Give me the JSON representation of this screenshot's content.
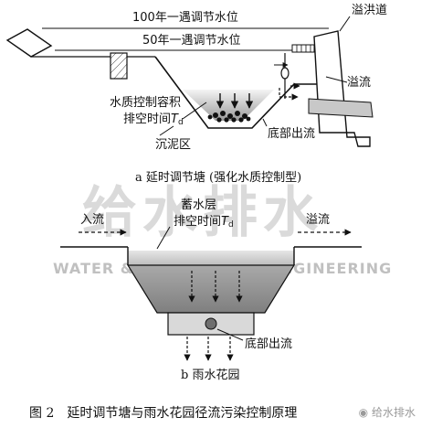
{
  "diagram_a": {
    "water_level_100y": "100年一遇调节水位",
    "water_level_50y": "50年一遇调节水位",
    "spillway": "溢洪道",
    "overflow": "溢流",
    "wq_volume_line1": "水质控制容积",
    "wq_volume_line2": "排空时间",
    "drain_time_symbol": "T",
    "drain_time_sub": "d",
    "sediment_zone": "沉泥区",
    "bottom_outflow": "底部出流",
    "subcaption": "a 延时调节塘 (强化水质控制型)"
  },
  "diagram_b": {
    "inflow": "入流",
    "storage_line1": "蓄水层",
    "storage_line2": "排空时间",
    "drain_time_symbol": "T",
    "drain_time_sub": "d",
    "overflow": "溢流",
    "bottom_outflow": "底部出流",
    "subcaption": "b 雨水花园"
  },
  "figure_caption": "图 2　延时调节塘与雨水花园径流污染控制原理",
  "watermark": {
    "cn": "给水排水",
    "en": "WATER & WASTEWATER ENGINEERING"
  },
  "wechat_mark": "给水排水"
}
